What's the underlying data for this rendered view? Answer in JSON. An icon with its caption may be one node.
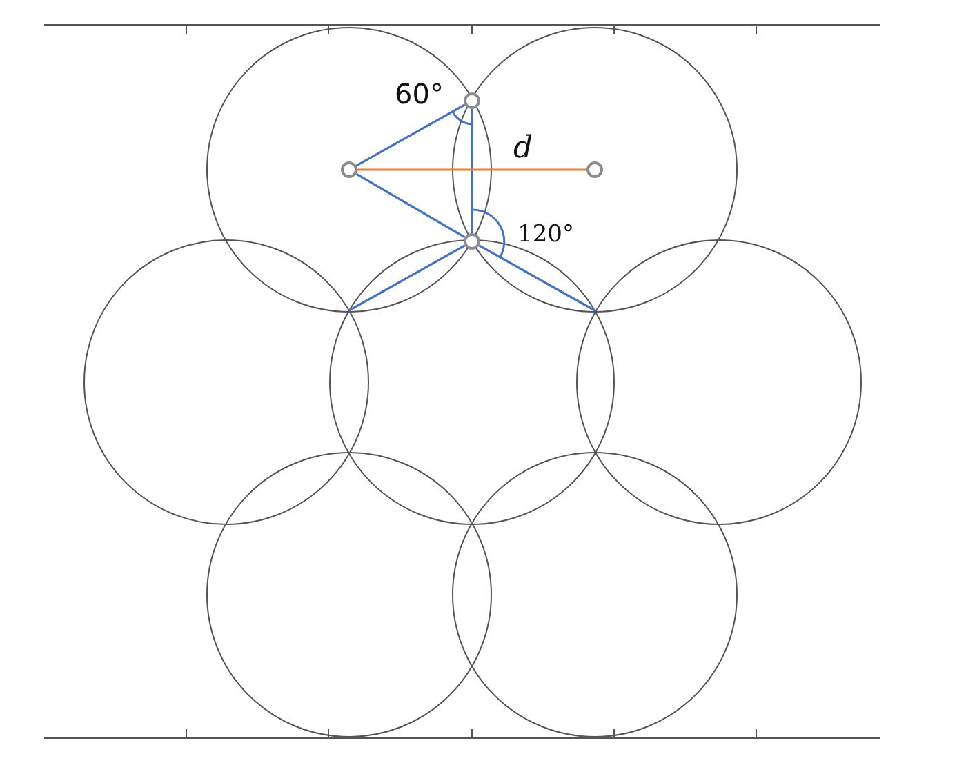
{
  "diagram": {
    "nodes": [
      {
        "text": [],
        "shape": "circle"
      },
      {
        "text": [],
        "shape": "circle"
      },
      {
        "text": [],
        "shape": "circle"
      },
      {
        "text": [],
        "shape": "circle"
      }
    ],
    "edges": [
      {
        "from": 0,
        "to": 1,
        "arrow": "none"
      },
      {
        "from": 0,
        "to": 3,
        "arrow": "none"
      },
      {
        "from": 1,
        "to": 3,
        "arrow": "none"
      },
      {
        "from": 0,
        "to": 2,
        "arrow": "none",
        "label": "d",
        "color": "#ed7d31"
      },
      {
        "from": 3,
        "to": null,
        "arrow": "none"
      },
      {
        "from": 3,
        "to": null,
        "arrow": "none"
      }
    ],
    "labels": [
      "60°",
      "120°"
    ]
  }
}
